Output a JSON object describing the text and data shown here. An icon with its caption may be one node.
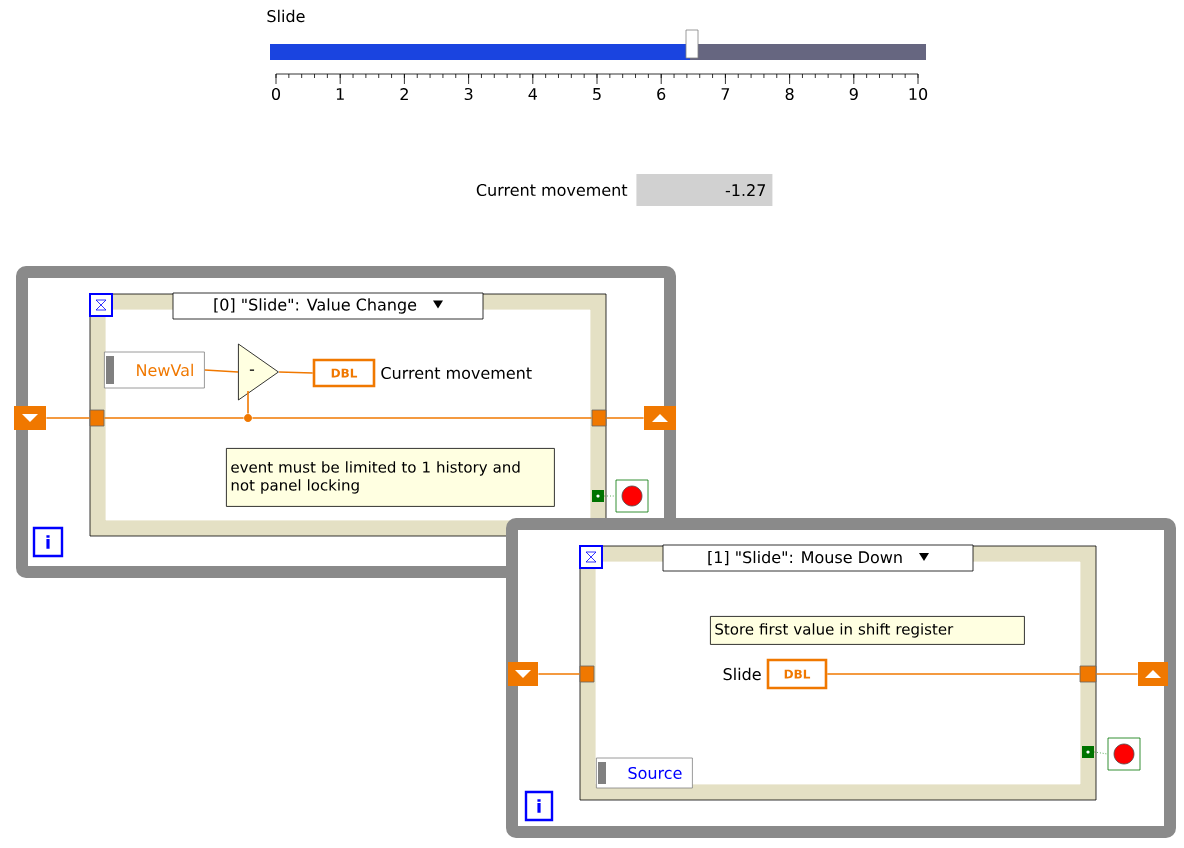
{
  "diagram": {
    "nodes": [
      {
        "text": [],
        "shape": "box"
      },
      {
        "text": [
          "[0] \"Slide\": Value Change"
        ],
        "in": 0
      },
      {
        "text": [
          "NewVal"
        ],
        "in": 1
      },
      {
        "text": [
          "-"
        ],
        "in": 1
      },
      {
        "text": [
          "DBL"
        ],
        "beside": [
          "Current movement"
        ],
        "in": 1
      },
      {
        "text": [
          "event must be limited to 1 history and not panel locking"
        ],
        "in": 1
      },
      {
        "text": [],
        "shape": "box",
        "in": 0
      },
      {
        "text": [],
        "shape": "box",
        "in": 0
      },
      {
        "text": [],
        "shape": "box",
        "in": 1
      },
      {
        "text": [],
        "shape": "box",
        "in": 1
      },
      {
        "text": [],
        "shape": "circle",
        "in": 1
      },
      {
        "text": [],
        "shape": "box",
        "in": 0
      },
      {
        "text": [],
        "shape": "box",
        "in": 1
      },
      {
        "text": [
          "i"
        ],
        "in": 0
      },
      {
        "text": [],
        "shape": "box"
      },
      {
        "text": [
          "[1] \"Slide\": Mouse Down"
        ],
        "in": 14
      },
      {
        "text": [
          "Store first value in shift register"
        ],
        "in": 15
      },
      {
        "text": [
          "DBL"
        ],
        "beside": [
          "Slide"
        ],
        "in": 15
      },
      {
        "text": [
          "Source"
        ],
        "in": 15
      },
      {
        "text": [],
        "shape": "box",
        "in": 14
      },
      {
        "text": [],
        "shape": "box",
        "in": 14
      },
      {
        "text": [],
        "shape": "box",
        "in": 15
      },
      {
        "text": [],
        "shape": "box",
        "in": 15
      },
      {
        "text": [],
        "shape": "box",
        "in": 15
      },
      {
        "text": [],
        "shape": "box",
        "in": 14
      },
      {
        "text": [
          "i"
        ],
        "in": 14
      }
    ],
    "edges": [
      {
        "from": 2,
        "to": 3,
        "arrow": "none"
      },
      {
        "from": 3,
        "to": 4,
        "arrow": "none"
      },
      {
        "from": 6,
        "to": 8,
        "arrow": "none"
      },
      {
        "from": 8,
        "to": 10,
        "arrow": "none"
      },
      {
        "from": 10,
        "to": 9,
        "arrow": "none"
      },
      {
        "from": 10,
        "to": 3,
        "arrow": "none"
      },
      {
        "from": 9,
        "to": 7,
        "arrow": "none"
      },
      {
        "from": 12,
        "to": 11,
        "arrow": "none",
        "style": "dashed",
        "color": "#008000"
      },
      {
        "from": 19,
        "to": 21,
        "arrow": "none"
      },
      {
        "from": 17,
        "to": 22,
        "arrow": "none"
      },
      {
        "from": 22,
        "to": 20,
        "arrow": "none"
      },
      {
        "from": 23,
        "to": 24,
        "arrow": "none",
        "style": "dashed",
        "color": "#008000"
      }
    ],
    "labels": [
      "Slide",
      "0",
      "1",
      "2",
      "3",
      "4",
      "5",
      "6",
      "7",
      "8",
      "9",
      "10",
      "Current movement",
      "-1.27"
    ]
  }
}
